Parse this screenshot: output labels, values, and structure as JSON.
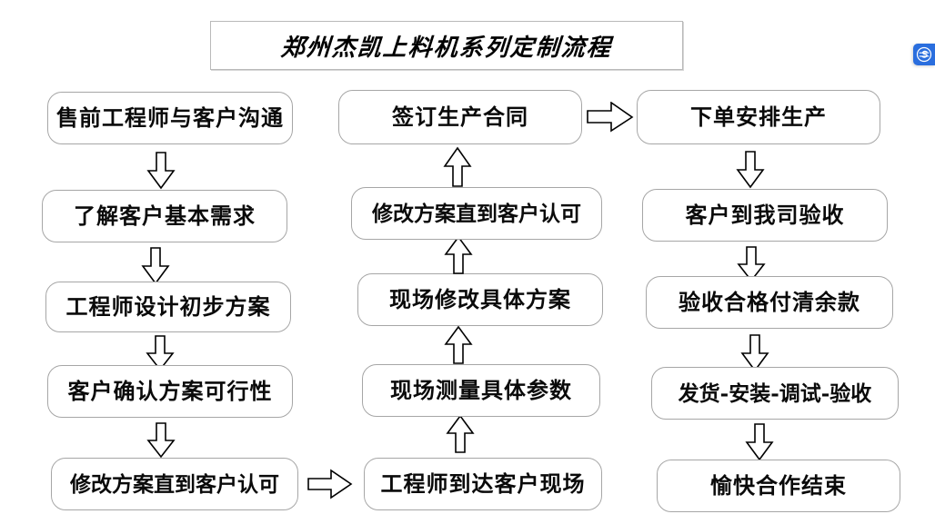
{
  "header": {
    "title": "郑州杰凯上料机系列定制流程"
  },
  "watermark": {
    "icon": "s-logo-icon",
    "color": "#2a6ede"
  },
  "flowchart": {
    "type": "process-flow",
    "orientation": "three-column-serpentine",
    "columns": [
      {
        "name": "column-1",
        "direction": "down",
        "nodes": [
          {
            "id": "c1n1",
            "label": "售前工程师与客户沟通"
          },
          {
            "id": "c1n2",
            "label": "了解客户基本需求"
          },
          {
            "id": "c1n3",
            "label": "工程师设计初步方案"
          },
          {
            "id": "c1n4",
            "label": "客户确认方案可行性"
          },
          {
            "id": "c1n5",
            "label": "修改方案直到客户认可"
          }
        ]
      },
      {
        "name": "column-2",
        "direction": "up",
        "nodes": [
          {
            "id": "c2n1",
            "label": "签订生产合同"
          },
          {
            "id": "c2n2",
            "label": "修改方案直到客户认可"
          },
          {
            "id": "c2n3",
            "label": "现场修改具体方案"
          },
          {
            "id": "c2n4",
            "label": "现场测量具体参数"
          },
          {
            "id": "c2n5",
            "label": "工程师到达客户现场"
          }
        ]
      },
      {
        "name": "column-3",
        "direction": "down",
        "nodes": [
          {
            "id": "c3n1",
            "label": "下单安排生产"
          },
          {
            "id": "c3n2",
            "label": "客户到我司验收"
          },
          {
            "id": "c3n3",
            "label": "验收合格付清余款"
          },
          {
            "id": "c3n4",
            "label": "发货-安装-调试-验收"
          },
          {
            "id": "c3n5",
            "label": "愉快合作结束"
          }
        ]
      }
    ],
    "connectors": [
      {
        "id": "a1",
        "from": "c1n1",
        "to": "c1n2",
        "direction": "down"
      },
      {
        "id": "a2",
        "from": "c1n2",
        "to": "c1n3",
        "direction": "down"
      },
      {
        "id": "a3",
        "from": "c1n3",
        "to": "c1n4",
        "direction": "down"
      },
      {
        "id": "a4",
        "from": "c1n4",
        "to": "c1n5",
        "direction": "down"
      },
      {
        "id": "a5",
        "from": "c1n5",
        "to": "c2n5",
        "direction": "right"
      },
      {
        "id": "a6",
        "from": "c2n5",
        "to": "c2n4",
        "direction": "up"
      },
      {
        "id": "a7",
        "from": "c2n4",
        "to": "c2n3",
        "direction": "up"
      },
      {
        "id": "a8",
        "from": "c2n3",
        "to": "c2n2",
        "direction": "up"
      },
      {
        "id": "a9",
        "from": "c2n2",
        "to": "c2n1",
        "direction": "up"
      },
      {
        "id": "a10",
        "from": "c2n1",
        "to": "c3n1",
        "direction": "right"
      },
      {
        "id": "a11",
        "from": "c3n1",
        "to": "c3n2",
        "direction": "down"
      },
      {
        "id": "a12",
        "from": "c3n2",
        "to": "c3n3",
        "direction": "down"
      },
      {
        "id": "a13",
        "from": "c3n3",
        "to": "c3n4",
        "direction": "down"
      },
      {
        "id": "a14",
        "from": "c3n4",
        "to": "c3n5",
        "direction": "down"
      }
    ]
  }
}
